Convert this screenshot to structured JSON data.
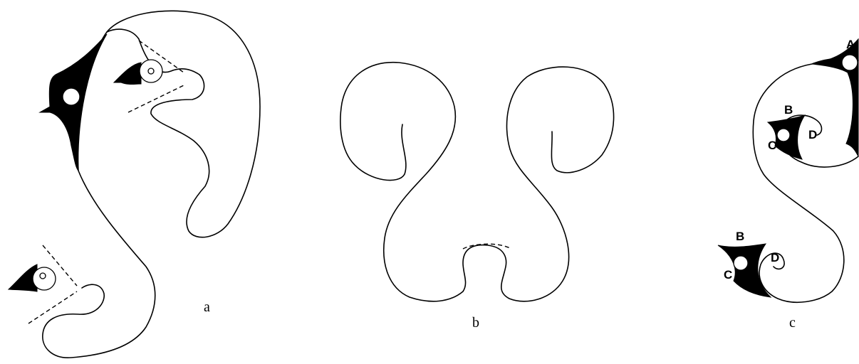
{
  "panels": [
    {
      "label": "a"
    },
    {
      "label": "b"
    },
    {
      "label": "c",
      "point_labels": [
        "A",
        "B",
        "C",
        "D",
        "B",
        "C",
        "D"
      ]
    }
  ]
}
